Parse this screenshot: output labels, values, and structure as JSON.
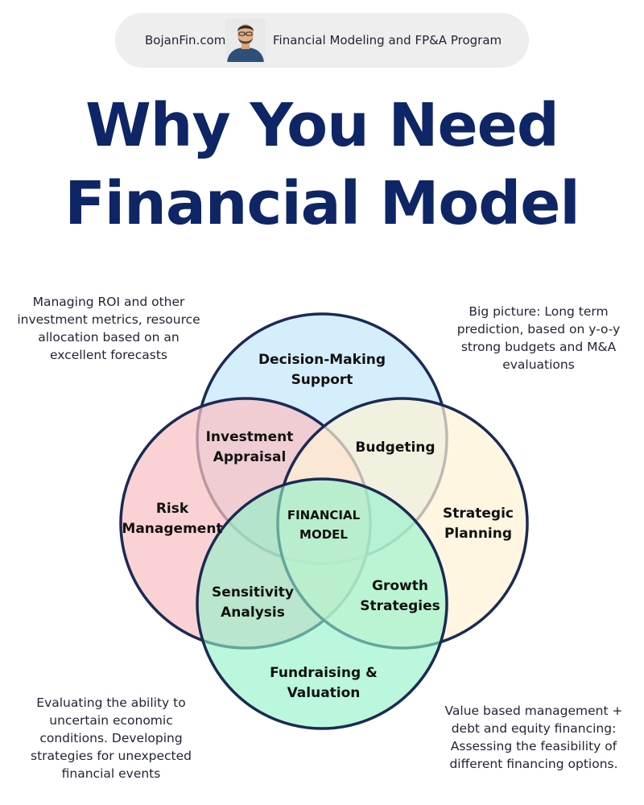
{
  "header": {
    "brand": "BojanFin.com",
    "program": "Financial Modeling and FP&A Program"
  },
  "title": {
    "line1": "Why You Need",
    "line2": "Financial Model"
  },
  "notes": {
    "top_left": "Managing ROI and other investment metrics, resource allocation based on an excellent forecasts",
    "top_right": "Big picture: Long term prediction, based on y-o-y strong budgets and M&A evaluations",
    "bottom_left": "Evaluating the ability to uncertain economic conditions. Developing strategies for unexpected financial events",
    "bottom_right": "Value based management + debt and equity financing: Assessing the feasibility  of different financing options."
  },
  "venn": {
    "circles": {
      "top": {
        "line1": "Decision-Making",
        "line2": "Support",
        "color": "#c9e9fa"
      },
      "left": {
        "line1": "Risk",
        "line2": "Management",
        "color": "#f9c0c2"
      },
      "right": {
        "line1": "Strategic",
        "line2": "Planning",
        "color": "#fdf3d6"
      },
      "bottom": {
        "line1": "Fundraising &",
        "line2": "Valuation",
        "color": "#90f2c8"
      }
    },
    "overlaps": {
      "top_left": {
        "line1": "Investment",
        "line2": "Appraisal"
      },
      "top_right": {
        "line1": "Budgeting"
      },
      "bottom_left": {
        "line1": "Sensitivity",
        "line2": "Analysis"
      },
      "bottom_right": {
        "line1": "Growth",
        "line2": "Strategies"
      }
    },
    "center": {
      "line1": "FINANCIAL",
      "line2": "MODEL"
    },
    "stroke_color": "#1b2a55"
  },
  "colors": {
    "title": "#0e2566",
    "pill_bg": "#eeeeee"
  }
}
